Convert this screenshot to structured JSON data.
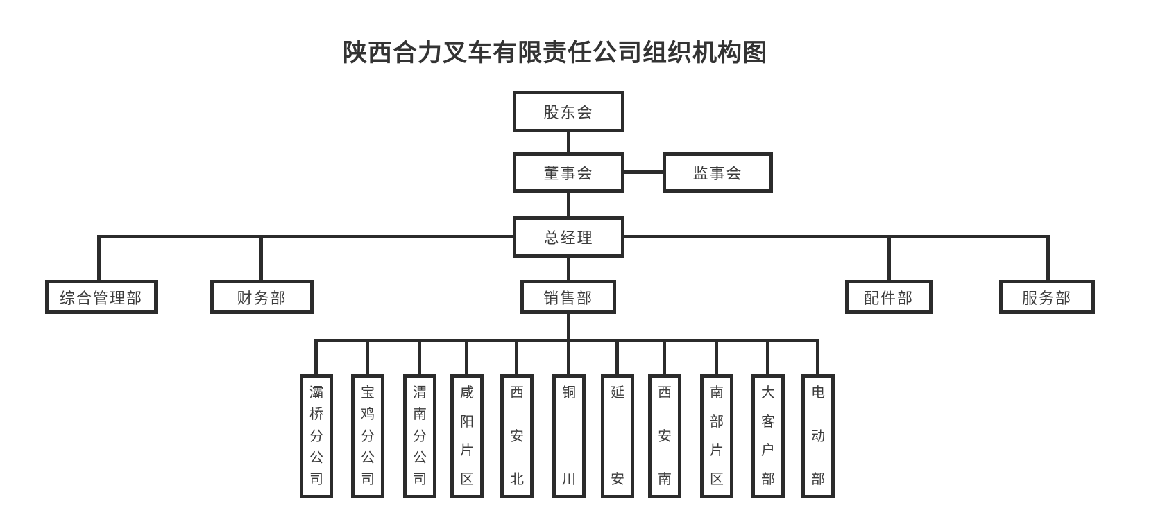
{
  "title": "陕西合力叉车有限责任公司组织机构图",
  "nodes": {
    "shareholders": "股东会",
    "board": "董事会",
    "supervisors": "监事会",
    "general_manager": "总经理",
    "dept_admin": "综合管理部",
    "dept_finance": "财务部",
    "dept_sales": "销售部",
    "dept_parts": "配件部",
    "dept_service": "服务部"
  },
  "sales_branches": [
    "灞桥分公司",
    "宝鸡分公司",
    "渭南分公司",
    "咸阳片区",
    "西安北",
    "铜川",
    "延安",
    "西安南",
    "南部片区",
    "大客户部",
    "电动部"
  ],
  "colors": {
    "line": "#2b2b2b",
    "text": "#3c3c3c",
    "title": "#333333",
    "background": "#ffffff"
  }
}
